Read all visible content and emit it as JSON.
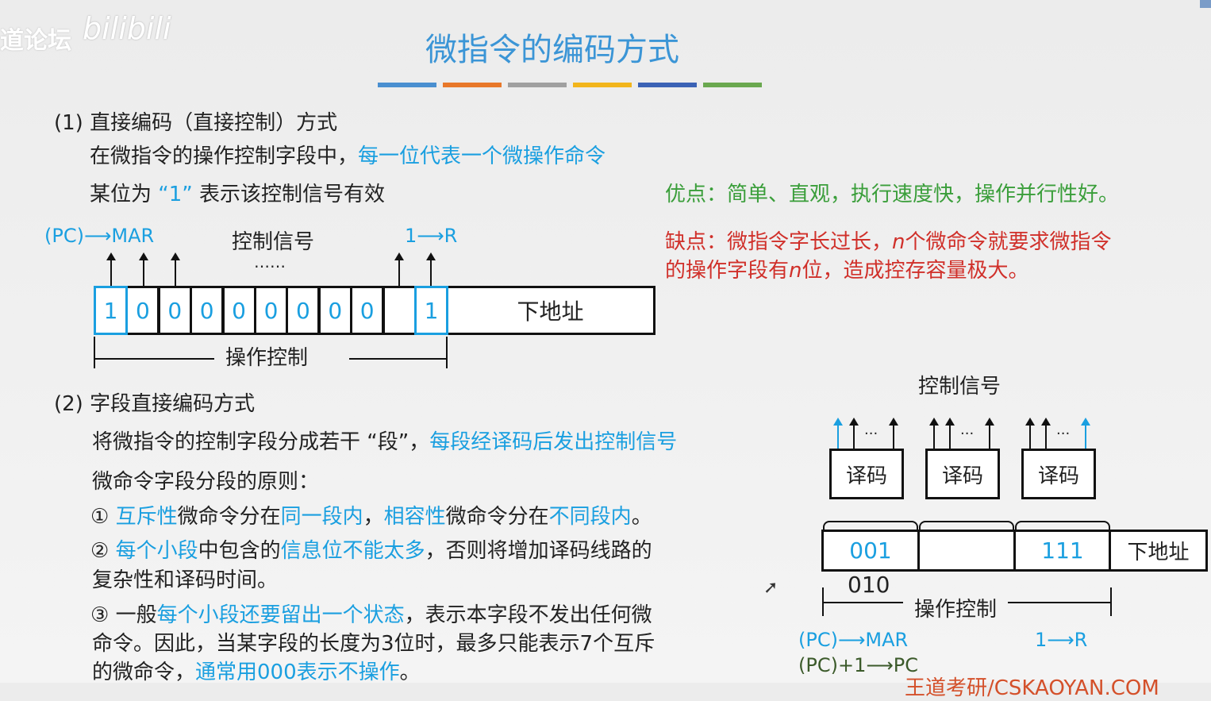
{
  "watermark": {
    "forum": "道论坛",
    "logo": "bilibili",
    "bottom": "王道考研/CSKAOYAN.COM"
  },
  "title": "微指令的编码方式",
  "title_bar_colors": [
    "#4a8fd0",
    "#e8782a",
    "#a0a0a0",
    "#f2b51c",
    "#3b62b5",
    "#6aa84f"
  ],
  "s1": {
    "heading": "(1) 直接编码（直接控制）方式",
    "line1": [
      "在微指令的操作控制字段中，",
      "每一位代表一个微操作命令"
    ],
    "line2": [
      "某位为",
      "“1”",
      "表示该控制信号有效"
    ],
    "pros": "优点：简单、直观，执行速度快，操作并行性好。",
    "cons1": [
      "缺点：微指令字长过长，",
      "n",
      "个微命令就要求微指令"
    ],
    "cons2": [
      "的操作字段有",
      "n",
      "位，造成控存容量极大。"
    ],
    "diagram": {
      "pc_mar": "(PC)⟶MAR",
      "ctrl_signal": "控制信号",
      "dots": "……",
      "one_r": "1⟶R",
      "bits": [
        "1",
        "0",
        "0",
        "0",
        "0",
        "0",
        "0",
        "0",
        "0",
        "",
        "1"
      ],
      "next_addr": "下地址",
      "op_ctrl": "操作控制"
    }
  },
  "s2": {
    "heading": "(2) 字段直接编码方式",
    "line1": [
      "将微指令的控制字段分成若干 “段”，",
      "每段经译码后发出控制信号"
    ],
    "line2": "微命令字段分段的原则：",
    "p1": [
      "① ",
      "互斥性",
      "微命令分在",
      "同一段内",
      "，",
      "相容性",
      "微命令分在",
      "不同段内",
      "。"
    ],
    "p2a": [
      "② ",
      "每个小段",
      "中包含的",
      "信息位不能太多",
      "，否则将增加译码线路的"
    ],
    "p2b": "复杂性和译码时间。",
    "p3a": [
      "③ 一般",
      "每个小段还要留出一个状态",
      "，表示本字段不发出任何微"
    ],
    "p3b": "命令。因此，当某字段的长度为3位时，最多只能表示7个互斥",
    "p3c": [
      "的微命令，",
      "通常用000表示不操作",
      "。"
    ],
    "diagram": {
      "ctrl_signal": "控制信号",
      "decoders": [
        "译码",
        "译码",
        "译码"
      ],
      "dots": "···",
      "fields": [
        "001",
        "",
        "111"
      ],
      "next_addr": "下地址",
      "below": "010",
      "op_ctrl": "操作控制",
      "pc_mar": "(PC)⟶MAR",
      "one_r": "1⟶R",
      "pc_inc": "(PC)+1⟶PC"
    }
  }
}
